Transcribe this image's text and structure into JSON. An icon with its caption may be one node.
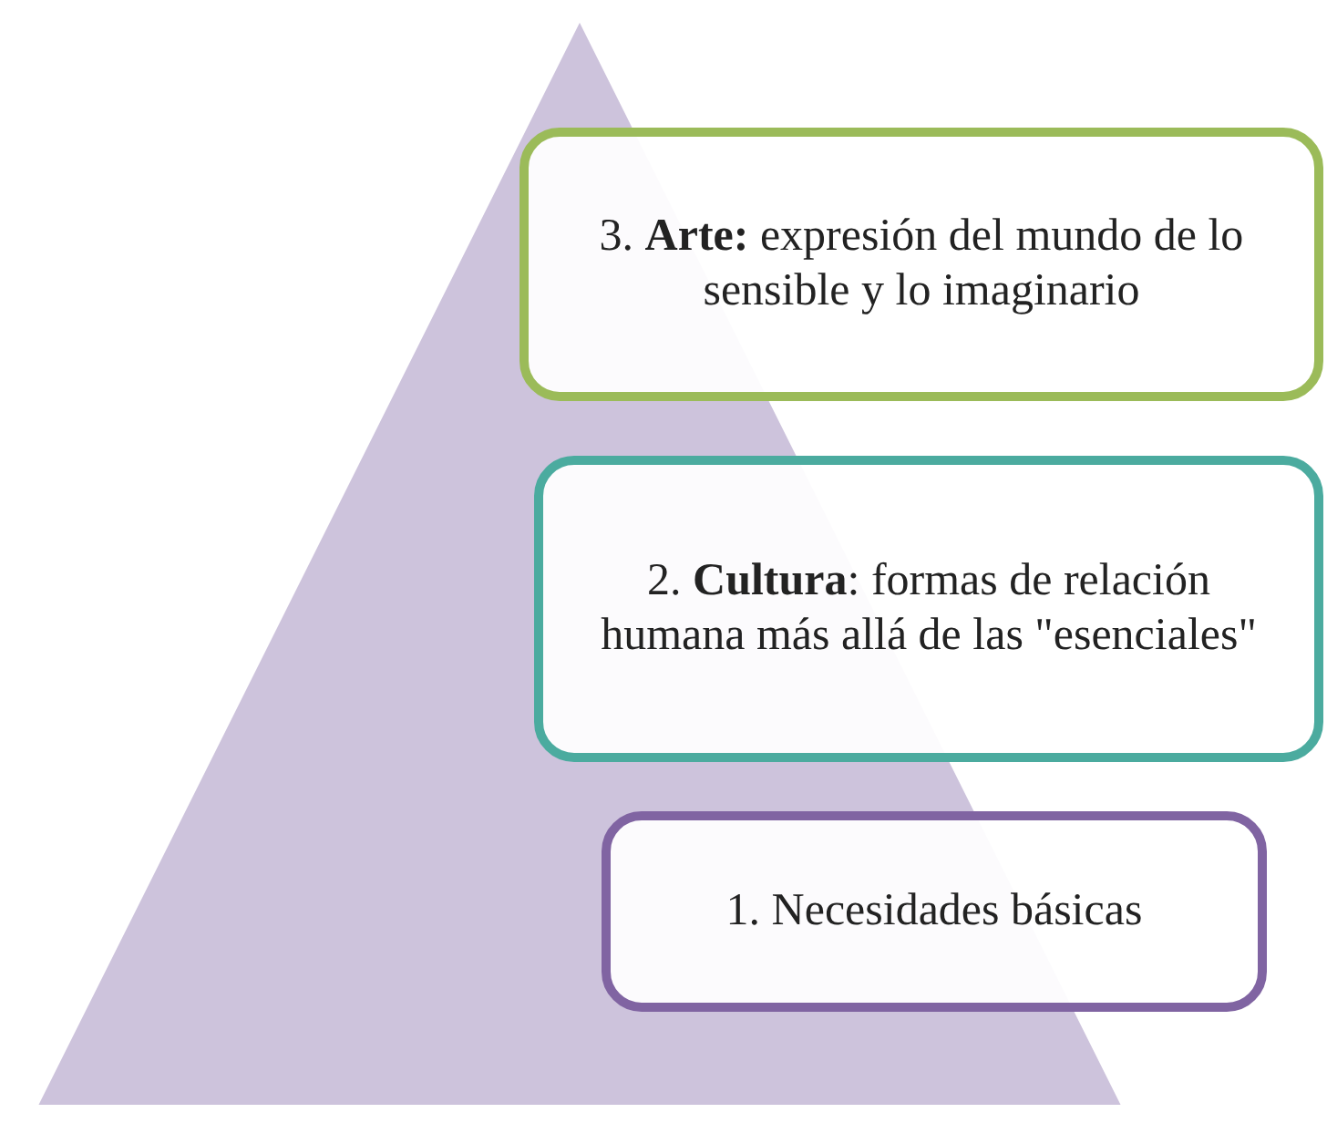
{
  "diagram": {
    "nodes": [
      {
        "text": [
          "3. **Arte:** expresión del mundo de lo sensible y lo imaginario"
        ]
      },
      {
        "text": [
          "2. **Cultura**: formas de relación humana más allá de las \"esenciales\""
        ]
      },
      {
        "text": [
          "1. Necesidades básicas"
        ]
      }
    ]
  }
}
